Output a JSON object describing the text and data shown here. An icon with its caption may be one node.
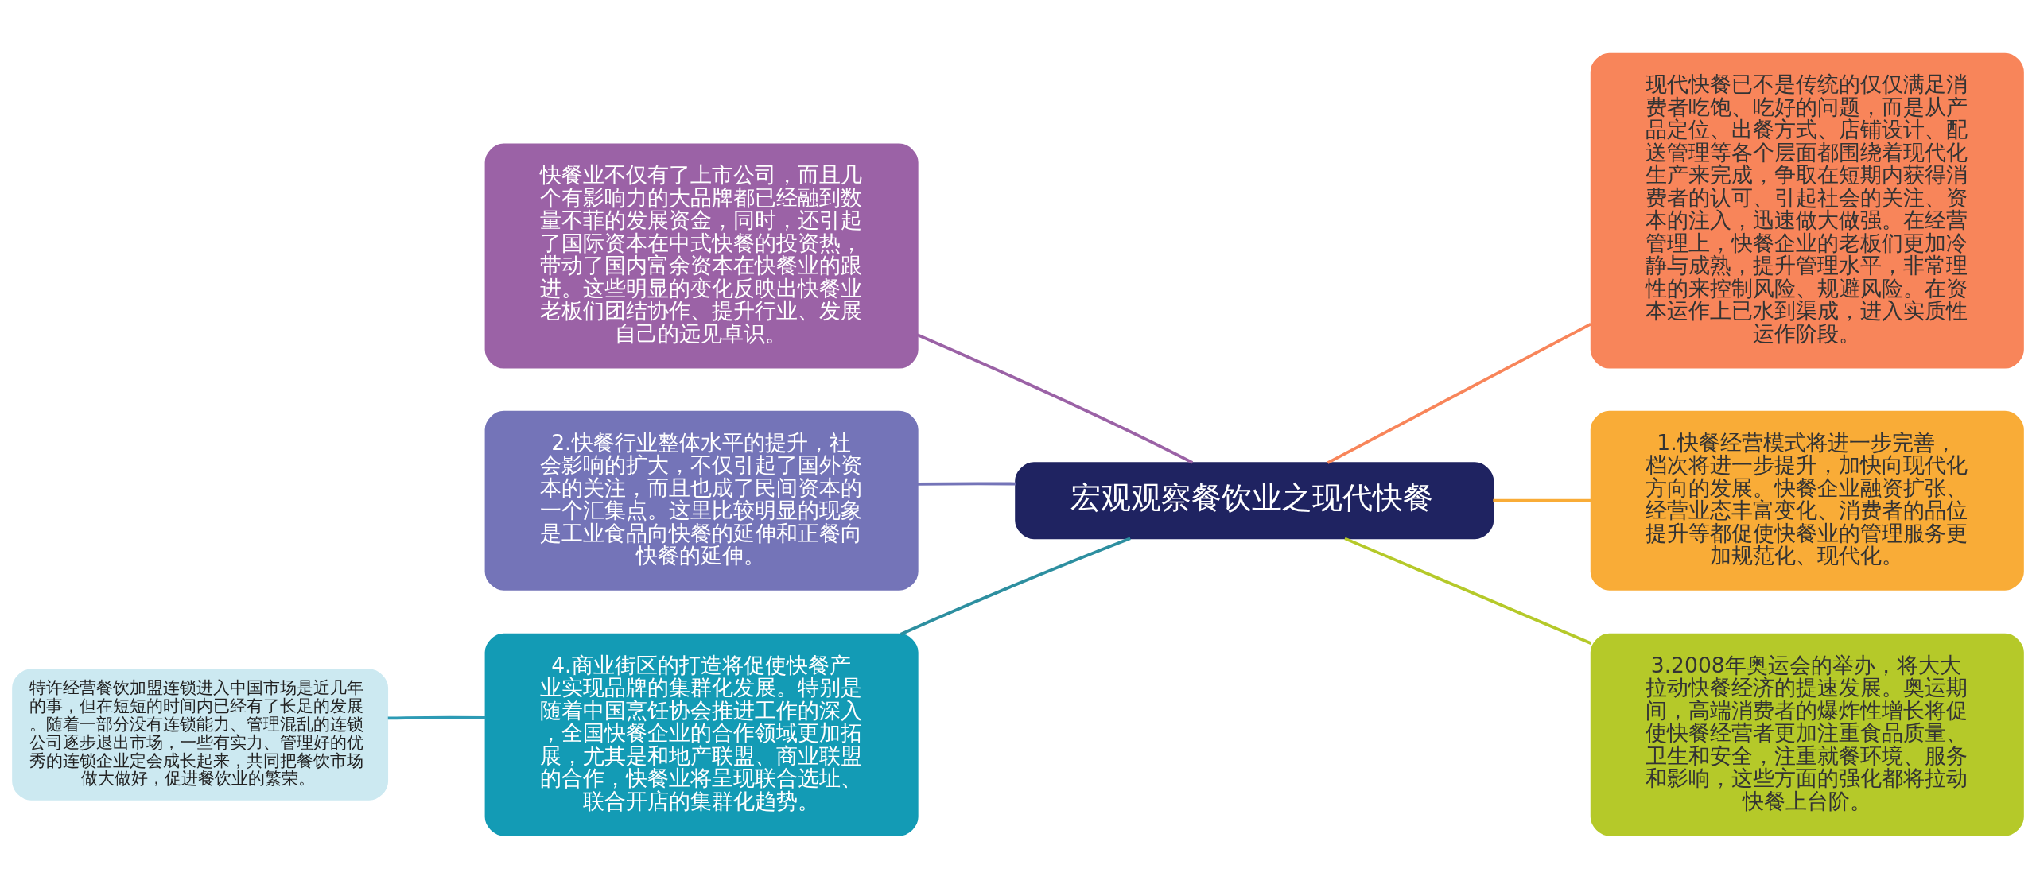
{
  "diagram": {
    "nodes": [
      {
        "text": [
          "宏观观察餐饮业之现代快餐"
        ]
      },
      {
        "text": [
          "快餐业不仅有了上市公司，而且几个有影响力的大品牌都已经融到数量不菲的发展资金，同时，还引起了国际资本在中式快餐的投资热，带动了国内富余资本在快餐业的跟进。这些明显的变化反映出快餐业老板们团结协作、提升行业、发展自己的远见卓识。"
        ]
      },
      {
        "text": [
          "2.快餐行业整体水平的提升，社会影响的扩大，不仅引起了国外资本的关注，而且也成了民间资本的一个汇集点。这里比较明显的现象是工业食品向快餐的延伸和正餐向快餐的延伸。"
        ]
      },
      {
        "text": [
          "4.商业街区的打造将促使快餐产业实现品牌的集群化发展。特别是随着中国烹饪协会推进工作的深入，全国快餐企业的合作领域更加拓展，尤其是和地产联盟、商业联盟的合作，快餐业将呈现联合选址、联合开店的集群化趋势。"
        ]
      },
      {
        "text": [
          "特许经营餐饮加盟连锁进入中国市场是近几年的事，但在短短的时间内已经有了长足的发展。随着一部分没有连锁能力、管理混乱的连锁公司逐步退出市场，一些有实力、管理好的优秀的连锁企业定会成长起来，共同把餐饮市场做大做好，促进餐饮业的繁荣。"
        ]
      },
      {
        "text": [
          "现代快餐已不是传统的仅仅满足消费者吃饱、吃好的问题，而是从产品定位、出餐方式、店铺设计、配送管理等各个层面都围绕着现代化生产来完成，争取在短期内获得消费者的认可、引起社会的关注、资本的注入，迅速做大做强。在经营管理上，快餐企业的老板们更加冷静与成熟，提升管理水平，非常理性的来控制风险、规避风险。在资本运作上已水到渠成，进入实质性运作阶段。"
        ]
      },
      {
        "text": [
          "1.快餐经营模式将进一步完善，档次将进一步提升，加快向现代化方向的发展。快餐企业融资扩张、经营业态丰富变化、消费者的品位提升等都促使快餐业的管理服务更加规范化、现代化。"
        ]
      },
      {
        "text": [
          "3.2008年奥运会的举办，将大大拉动快餐经济的提速发展。奥运期间，高端消费者的爆炸性增长将促使快餐经营者更加注重食品质量、卫生和安全，注重就餐环境、服务和影响，这些方面的强化都将拉动快餐上台阶。"
        ]
      }
    ],
    "edges": [
      {
        "from": 0,
        "to": 1,
        "arrow": "none",
        "color": "#9b62a6"
      },
      {
        "from": 0,
        "to": 2,
        "arrow": "none",
        "color": "#7474b8"
      },
      {
        "from": 0,
        "to": 3,
        "arrow": "none",
        "color": "#2d8fa0"
      },
      {
        "from": 3,
        "to": 4,
        "arrow": "none",
        "color": "#2d9bb5"
      },
      {
        "from": 0,
        "to": 5,
        "arrow": "none",
        "color": "#f8855a"
      },
      {
        "from": 0,
        "to": 6,
        "arrow": "none",
        "color": "#f9ac37"
      },
      {
        "from": 0,
        "to": 7,
        "arrow": "none",
        "color": "#b5c929"
      }
    ]
  }
}
